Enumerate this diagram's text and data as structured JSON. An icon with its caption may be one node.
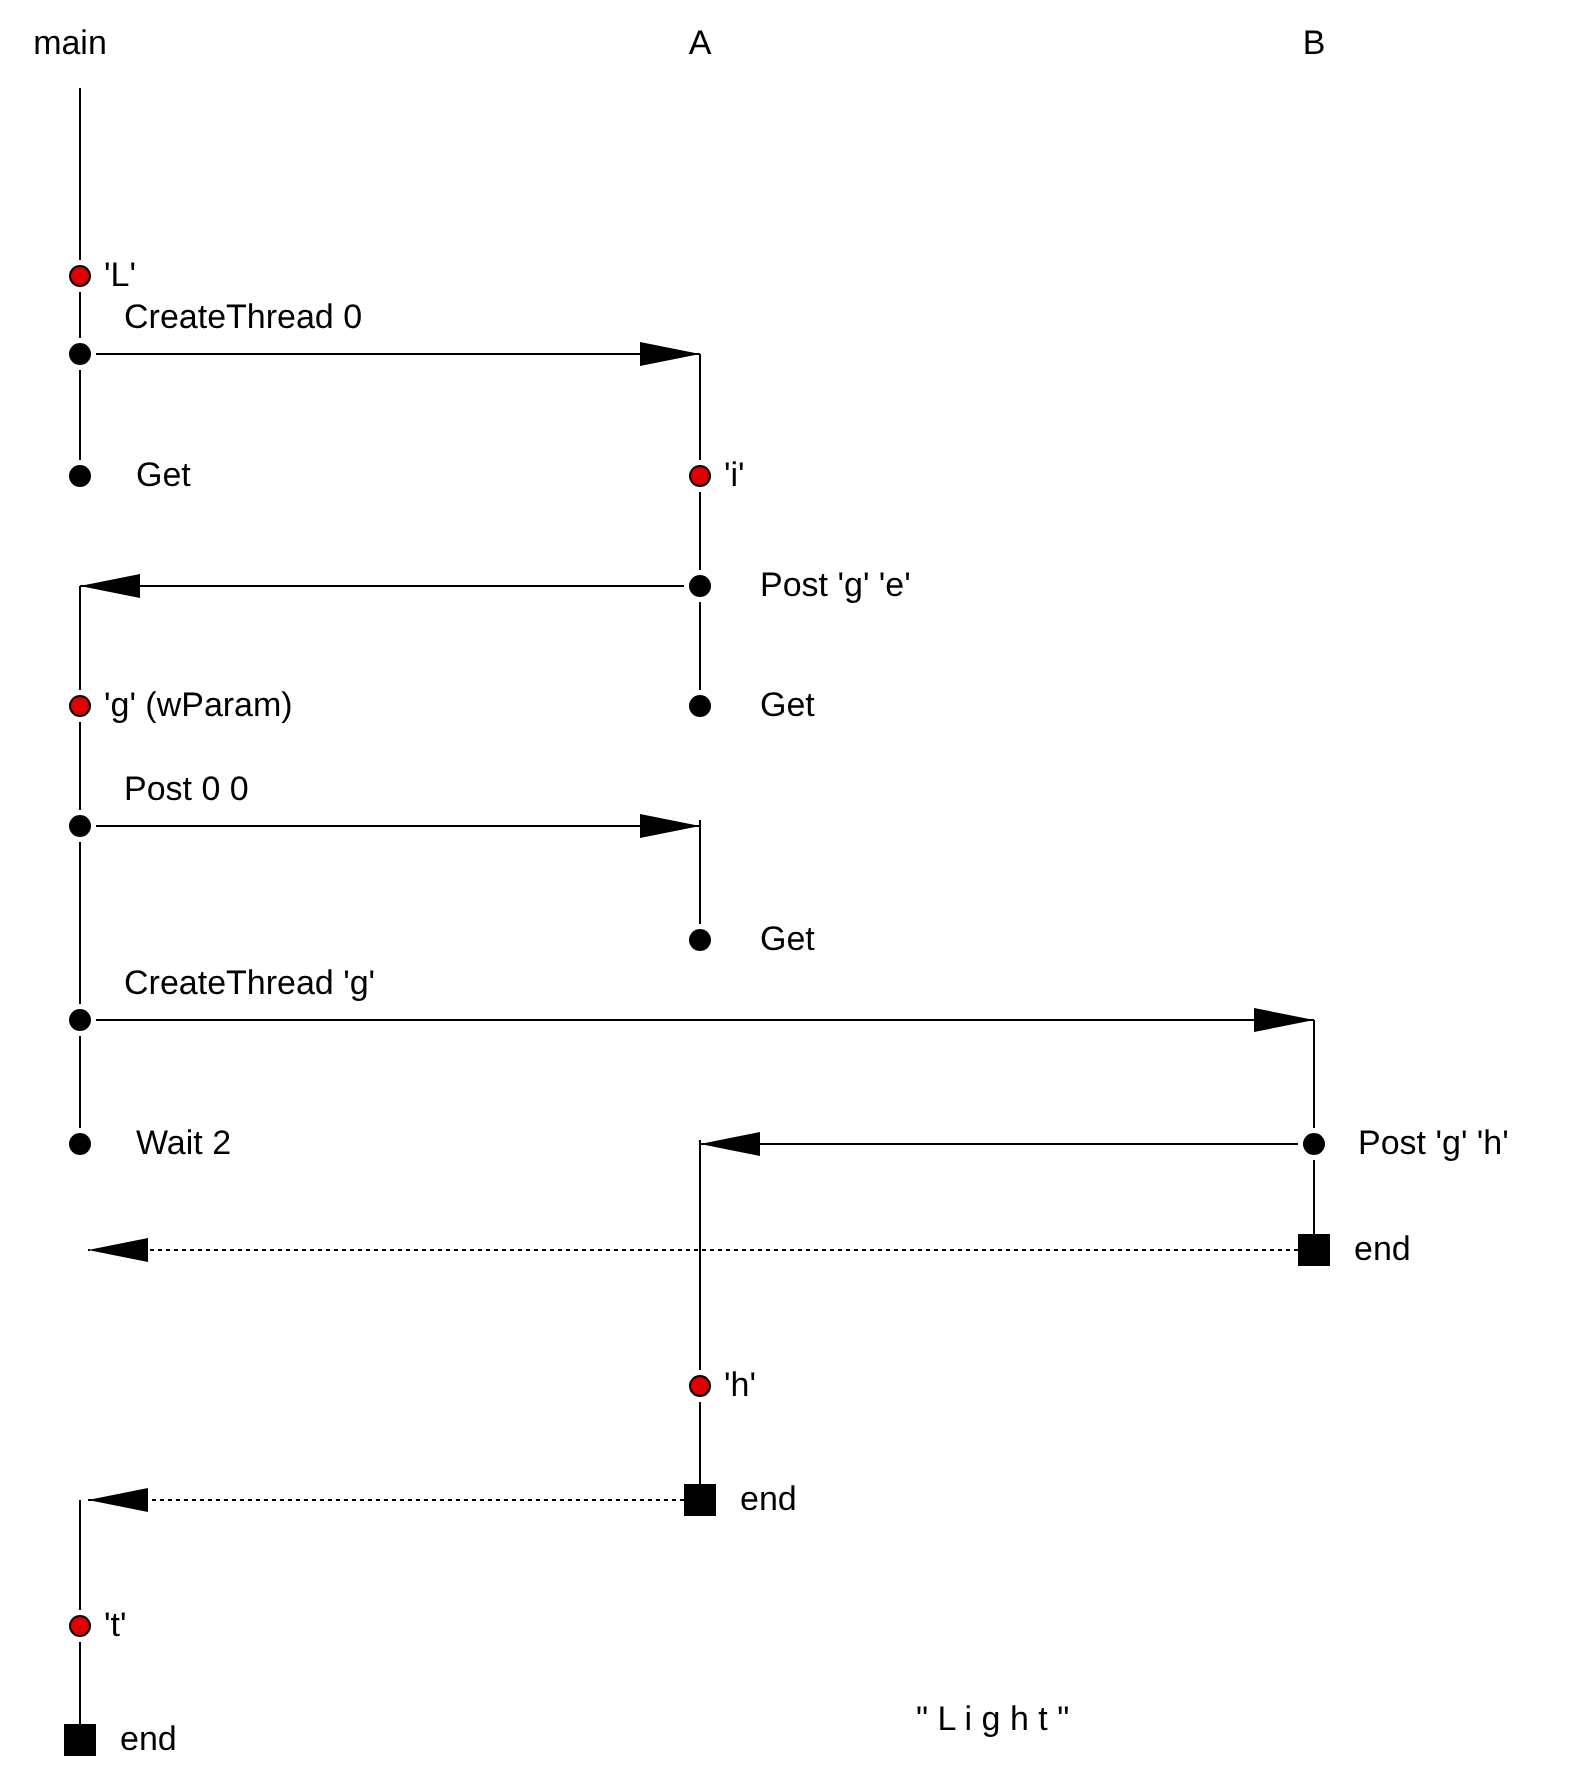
{
  "diagram": {
    "nodes": [
      {
        "text": [
          "main"
        ]
      },
      {
        "text": [
          "A"
        ]
      },
      {
        "text": [
          "B"
        ]
      },
      {
        "text": [
          "'L'"
        ]
      },
      {
        "text": [],
        "shape": "circle"
      },
      {
        "text": [
          "Get"
        ]
      },
      {
        "text": [
          "'i'"
        ]
      },
      {
        "text": [
          "Post 'g' 'e'"
        ]
      },
      {
        "text": [
          "'g' (wParam)"
        ]
      },
      {
        "text": [
          "Get"
        ]
      },
      {
        "text": [],
        "shape": "circle"
      },
      {
        "text": [
          "Get"
        ]
      },
      {
        "text": [],
        "shape": "circle"
      },
      {
        "text": [
          "Wait 2"
        ]
      },
      {
        "text": [
          "Post 'g' 'h'"
        ]
      },
      {
        "text": [
          "end"
        ]
      },
      {
        "text": [
          "'h'"
        ]
      },
      {
        "text": [
          "end"
        ]
      },
      {
        "text": [
          "'t'"
        ]
      },
      {
        "text": [
          "end"
        ]
      }
    ],
    "edges": [
      {
        "from": 4,
        "to": null,
        "arrow": "to",
        "label": "CreateThread 0"
      },
      {
        "from": 7,
        "to": null,
        "arrow": "to"
      },
      {
        "from": 10,
        "to": null,
        "arrow": "to",
        "label": "Post 0 0"
      },
      {
        "from": 12,
        "to": null,
        "arrow": "to",
        "label": "CreateThread 'g'"
      },
      {
        "from": 14,
        "to": null,
        "arrow": "to"
      },
      {
        "from": 15,
        "to": null,
        "arrow": "to",
        "style": "dashed"
      },
      {
        "from": 17,
        "to": null,
        "arrow": "to",
        "style": "dashed"
      },
      {
        "from": 0,
        "to": 3,
        "arrow": "none"
      },
      {
        "from": 3,
        "to": 4,
        "arrow": "none"
      },
      {
        "from": 4,
        "to": 5,
        "arrow": "none"
      },
      {
        "from": null,
        "to": 8,
        "arrow": "none"
      },
      {
        "from": 8,
        "to": 10,
        "arrow": "none"
      },
      {
        "from": 10,
        "to": 12,
        "arrow": "none"
      },
      {
        "from": 12,
        "to": 13,
        "arrow": "none"
      },
      {
        "from": null,
        "to": 18,
        "arrow": "none"
      },
      {
        "from": 18,
        "to": 19,
        "arrow": "none"
      },
      {
        "from": null,
        "to": 6,
        "arrow": "none"
      },
      {
        "from": 6,
        "to": 7,
        "arrow": "none"
      },
      {
        "from": 7,
        "to": 9,
        "arrow": "none"
      },
      {
        "from": null,
        "to": 11,
        "arrow": "none"
      },
      {
        "from": null,
        "to": 16,
        "arrow": "none"
      },
      {
        "from": 16,
        "to": 17,
        "arrow": "none"
      },
      {
        "from": null,
        "to": 14,
        "arrow": "none"
      },
      {
        "from": 14,
        "to": 15,
        "arrow": "none"
      }
    ],
    "labels": [
      "\" L i g h t \""
    ]
  }
}
